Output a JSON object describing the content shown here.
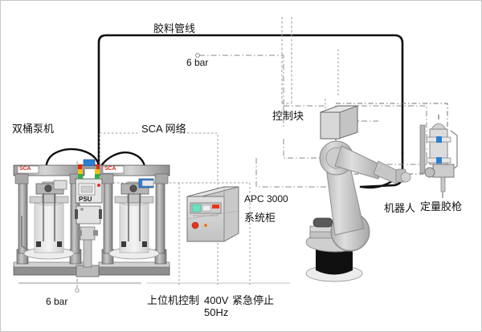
{
  "diagram": {
    "title_label": "胶料管线",
    "labels": {
      "glue_hose_line": "胶料管线",
      "air_pressure_top": "6 bar",
      "air_pressure_bottom": "6 bar",
      "dual_drum_pump": "双桶泵机",
      "sca_network": "SCA 网络",
      "control_block": "控制块",
      "apc_model": "APC 3000",
      "apc_cabinet": "系统柜",
      "robot": "机器人",
      "metering_gun": "定量胶枪",
      "host_control": "上位机控制",
      "voltage_line1": "400V",
      "voltage_line2": "50Hz",
      "emergency_stop": "紧急停止"
    },
    "equipment": {
      "pump_brand_logo": "SCA",
      "psu_label": "PSU"
    },
    "colors": {
      "hose_black": "#0d0d0d",
      "brand_red": "#d52b1e",
      "metal_gray": "#b9b9b9",
      "dark_gray": "#808080",
      "accent_blue": "#2b7fd4",
      "screen_green": "#6fe0c0",
      "indicator_red": "#e8361c",
      "dashed_gray": "#8c8c8c",
      "floor_line": "#b0b0b0"
    }
  }
}
